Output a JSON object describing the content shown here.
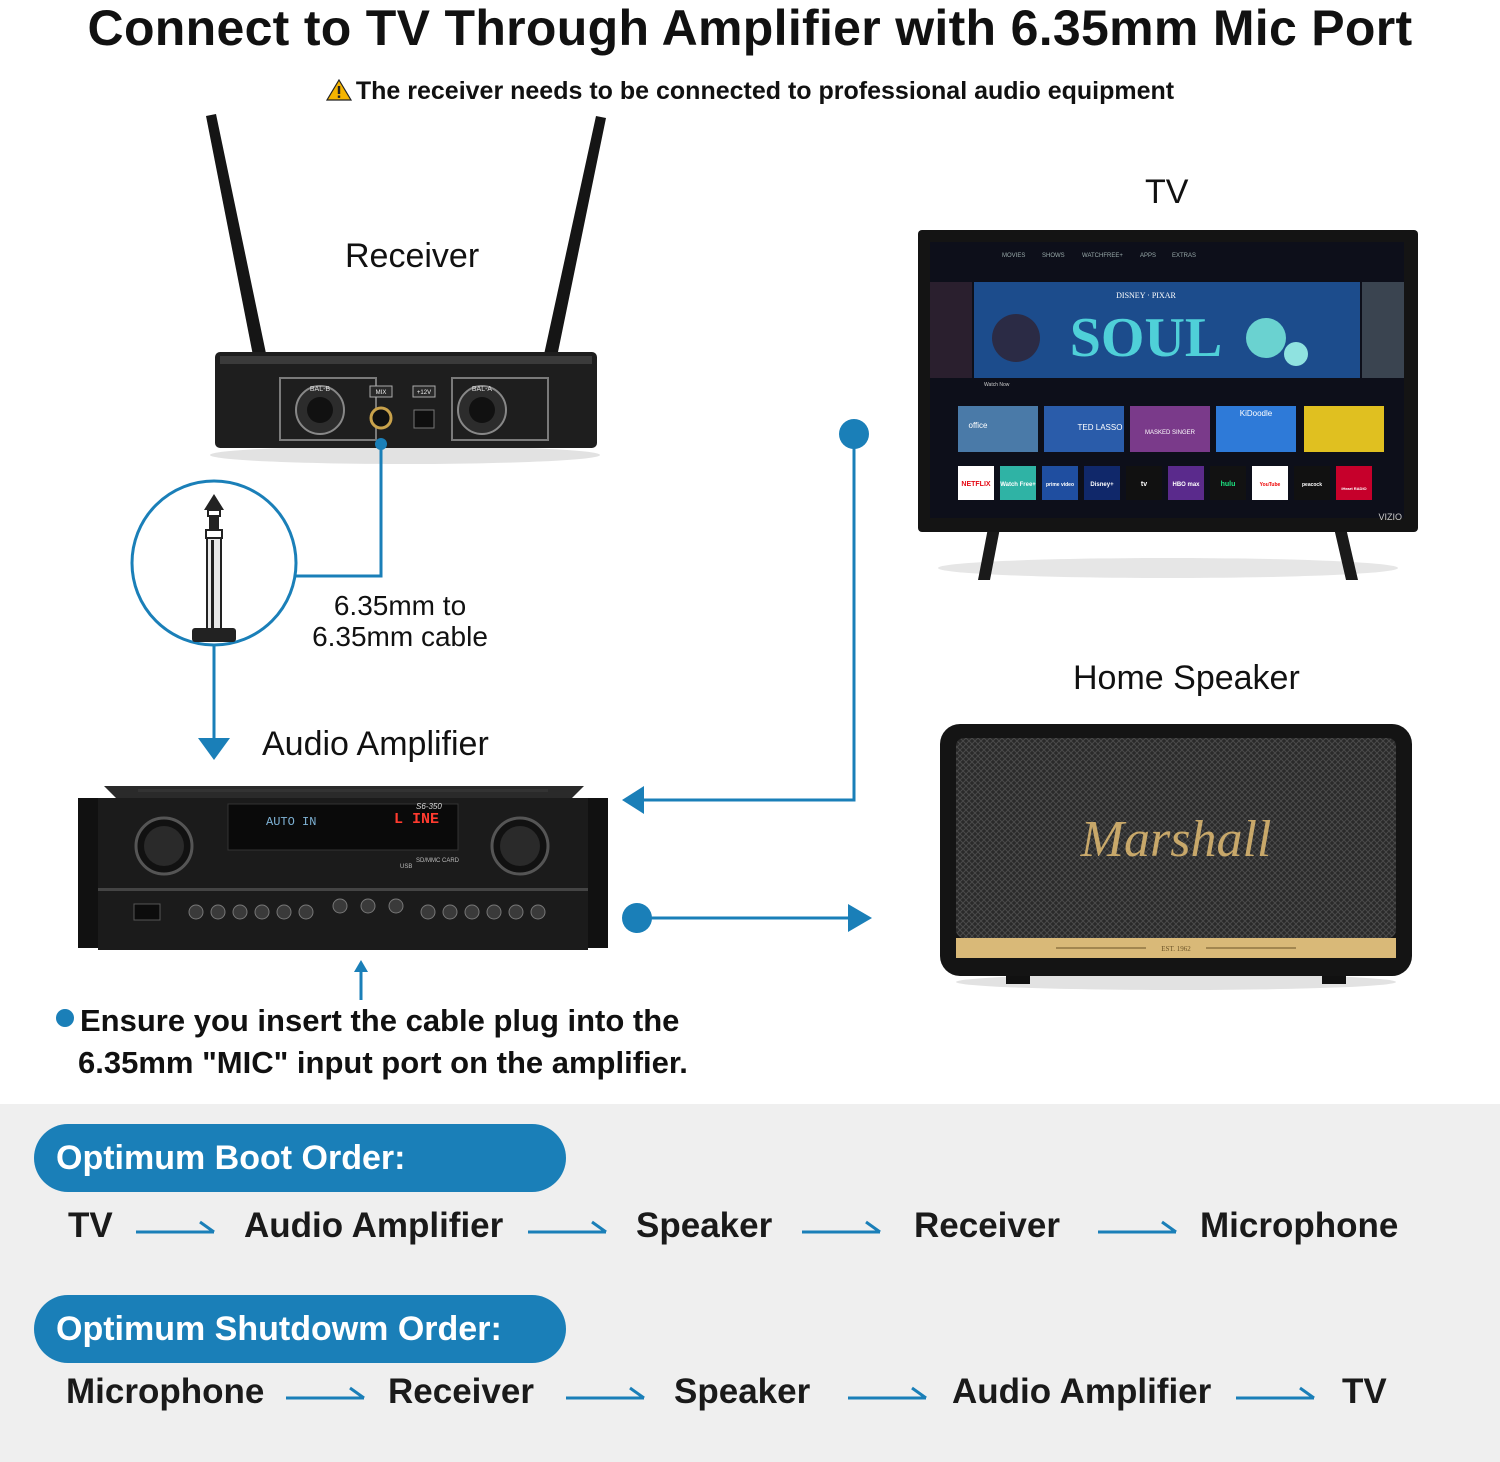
{
  "header": {
    "title": "Connect to TV Through Amplifier with 6.35mm Mic Port",
    "warning": "The receiver needs to be connected to professional audio equipment",
    "warning_icon": "warning-triangle-icon"
  },
  "devices": {
    "receiver": {
      "label": "Receiver",
      "panel_labels": [
        "BAL-B",
        "MIX",
        "+12V",
        "BAL-A"
      ]
    },
    "tv": {
      "label": "TV",
      "screen_nav": [
        "MOVIES",
        "SHOWS",
        "WATCHFREE+",
        "APPS",
        "EXTRAS"
      ],
      "hero_title": "SOUL",
      "hero_brand": "DISNEY · PIXAR",
      "hero_caption": "Watch Now",
      "row1_tiles": [
        "office",
        "TED LASSO",
        "MASKED SINGER",
        "KiDoodle",
        ""
      ],
      "row2_apps": [
        "NETFLIX",
        "Watch Free+",
        "prime video",
        "Disney+",
        "tv",
        "HBO max",
        "hulu",
        "YouTube",
        "peacock",
        "iHeart RADIO"
      ],
      "brand": "VIZIO"
    },
    "amplifier": {
      "label": "Audio Amplifier",
      "display_left": "AUTO IN",
      "display_right": "L INE",
      "model": "S6-350",
      "usb_label": "USB",
      "card_label": "SD/MMC CARD"
    },
    "speaker": {
      "label": "Home Speaker",
      "brand": "Marshall",
      "est": "EST. 1962"
    }
  },
  "cable": {
    "label_line1": "6.35mm to",
    "label_line2": "6.35mm cable"
  },
  "note": {
    "line1": "Ensure you insert the cable plug into the",
    "line2": "6.35mm \"MIC\" input port on the amplifier."
  },
  "boot_order": {
    "title": "Optimum Boot Order:",
    "steps": [
      "TV",
      "Audio Amplifier",
      "Speaker",
      "Receiver",
      "Microphone"
    ]
  },
  "shutdown_order": {
    "title": "Optimum Shutdowm Order:",
    "steps": [
      "Microphone",
      "Receiver",
      "Speaker",
      "Audio Amplifier",
      "TV"
    ]
  },
  "colors": {
    "accent": "#1a7fb8",
    "device_dark": "#1c1c1c",
    "speaker_trim": "#c8a86a"
  }
}
